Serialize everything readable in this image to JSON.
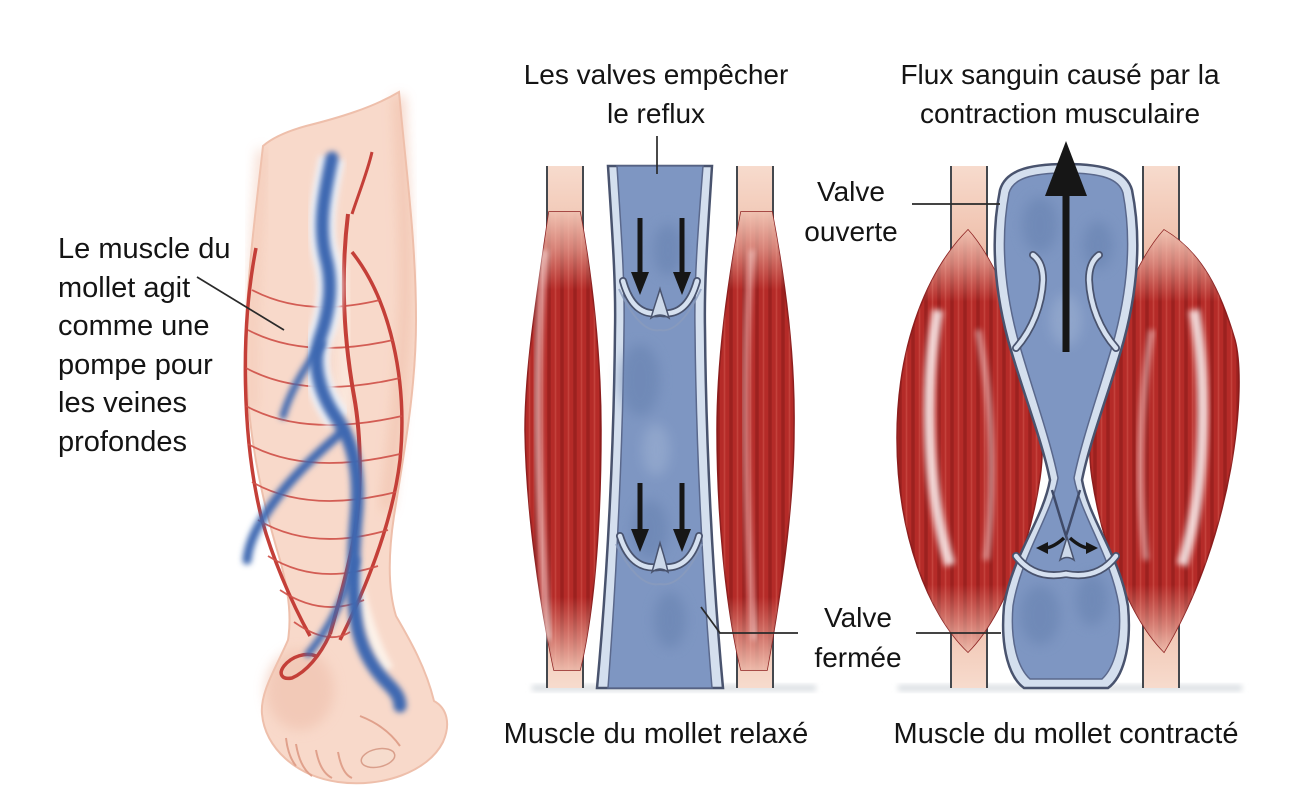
{
  "diagram": {
    "topic": "Pompe musculaire du mollet et valves veineuses",
    "language": "fr",
    "left_label": {
      "lines": [
        "Le muscle du",
        "mollet agit",
        "comme une",
        "pompe pour",
        "les veines",
        "profondes"
      ]
    },
    "middle_panel": {
      "top_label": {
        "lines": [
          "Les valves empêcher",
          "le reflux"
        ]
      },
      "caption": "Muscle du mollet relaxé"
    },
    "right_panel": {
      "top_label": {
        "lines": [
          "Flux sanguin causé par la",
          "contraction musculaire"
        ]
      },
      "valve_open_label": {
        "lines": [
          "Valve",
          "ouverte"
        ]
      },
      "valve_closed_label": {
        "lines": [
          "Valve",
          "fermée"
        ]
      },
      "caption": "Muscle du mollet contracté"
    },
    "colors": {
      "background": "#ffffff",
      "text": "#141414",
      "muscle_red": "#b52b28",
      "muscle_fiber_dark": "#7e1414",
      "tendon_pink": "#e2947e",
      "vein_wall_light": "#d4dfee",
      "vein_outline_dark": "#49536e",
      "vein_lumen_blue": "#7e96c2",
      "leg_skin": "#f8d9ca",
      "leg_vein_blue": "#3c68b1",
      "leg_artery_red": "#c43f38",
      "arrow_black": "#161616"
    }
  }
}
